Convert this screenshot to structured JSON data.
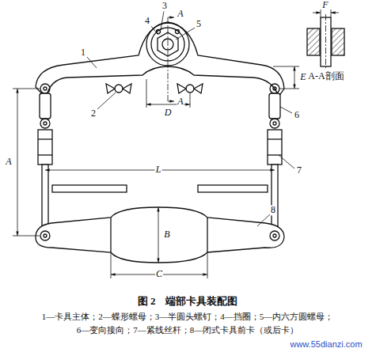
{
  "diagram": {
    "caption": "图 2　端部卡具装配图",
    "labels": [
      "1",
      "2",
      "3",
      "4",
      "5",
      "A",
      "A",
      "D",
      "E",
      "F",
      "A-A剖面",
      "6",
      "A",
      "L",
      "7",
      "B",
      "8",
      "C",
      "1—卡具主体；2—蝶形螺母；3—半圆头螺钉；4—挡圈；5—内六方圆螺母；",
      "6—变向接向；7—紧线丝杆；8—闭式卡具前卡（或后卡）",
      "www.55dianzi.com"
    ]
  }
}
